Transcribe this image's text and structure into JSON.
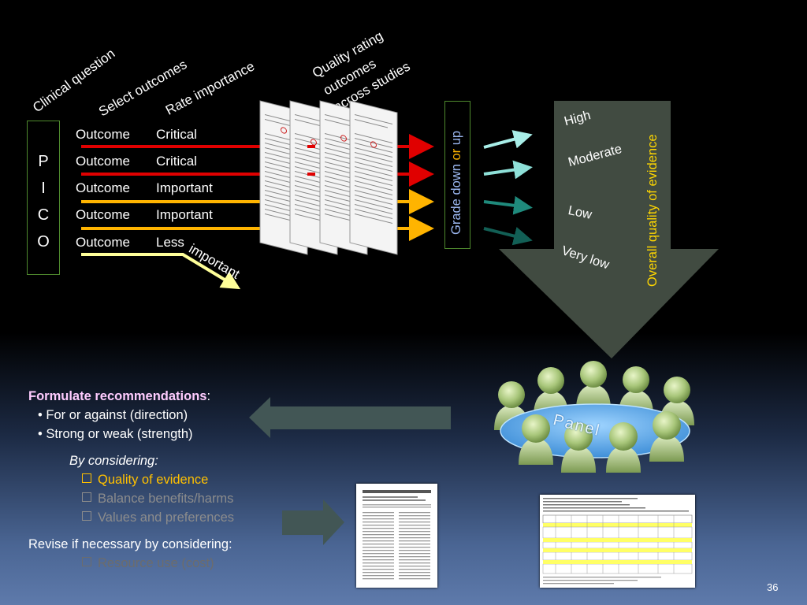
{
  "header_labels": {
    "clinical_question": "Clinical question",
    "select_outcomes": "Select  outcomes",
    "rate_importance": "Rate  importance",
    "quality_rating_line1": "Quality rating",
    "quality_rating_line2": "outcomes",
    "quality_rating_line3": "across studies"
  },
  "pico": [
    "P",
    "I",
    "C",
    "O"
  ],
  "outcomes": [
    {
      "label": "Outcome",
      "importance": "Critical",
      "color": "#e00000"
    },
    {
      "label": "Outcome",
      "importance": "Critical",
      "color": "#e00000"
    },
    {
      "label": "Outcome",
      "importance": "Important",
      "color": "#ffb400"
    },
    {
      "label": "Outcome",
      "importance": "Important",
      "color": "#ffb400"
    },
    {
      "label": "Outcome",
      "importance": "Less",
      "importance_continued": "important",
      "color": "#ffff99"
    }
  ],
  "grade": {
    "part1": "Grade  down ",
    "part2": "or",
    "part3": " up"
  },
  "quality_levels": [
    "High",
    "Moderate",
    "Low",
    "Very low"
  ],
  "overall_quality_label": "Overall quality of evidence",
  "panel_label": "Panel",
  "recommendations": {
    "heading": "Formulate  recommendations",
    "heading_suffix": ":",
    "bullets": [
      "For or against (direction)",
      "Strong or weak (strength)"
    ],
    "by_considering": "By considering:",
    "considerations": [
      {
        "label": "Quality of evidence",
        "color": "#ffc000"
      },
      {
        "label": "Balance benefits/harms",
        "color": "#8c8c8c"
      },
      {
        "label": "Values and preferences",
        "color": "#8c8c8c"
      }
    ],
    "revise": "Revise if necessary by considering:",
    "resource": {
      "label": "Resource use (cost)",
      "color": "#6c6c6c"
    }
  },
  "colors": {
    "critical": "#e00000",
    "important": "#ffb400",
    "less_important": "#ffff99",
    "grade_border": "#4f8a2e",
    "big_arrow": "#414b41",
    "accent_yellow": "#ffd700",
    "heading_pink": "#ffccff"
  },
  "page_number": "36"
}
